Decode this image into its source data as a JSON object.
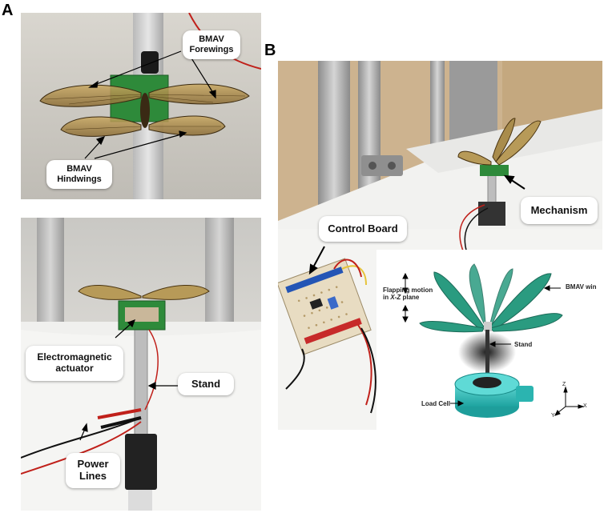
{
  "panels": {
    "a_letter": "A",
    "b_letter": "B"
  },
  "panel_a_top": {
    "forewings_label": "BMAV\nForewings",
    "hindwings_label": "BMAV\nHindwings"
  },
  "panel_a_bottom": {
    "actuator_label": "Electromagnetic\nactuator",
    "stand_label": "Stand",
    "power_label": "Power\nLines"
  },
  "panel_b": {
    "mechanism_label": "Mechanism",
    "control_board_label": "Control Board"
  },
  "panel_b_render": {
    "flapping_label_1": "Flapping motion",
    "flapping_label_2_pre": "in ",
    "flapping_label_2_ital": "X-Z",
    "flapping_label_2_post": " plane",
    "stand_label": "Stand",
    "load_cell_label": "Load Cell",
    "bmav_wing_label": "BMAV win",
    "axis_z": "Z",
    "axis_x": "X",
    "axis_y": "Y"
  }
}
